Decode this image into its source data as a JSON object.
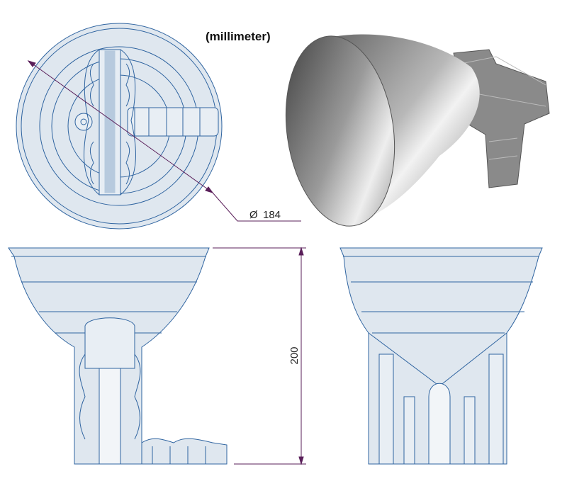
{
  "units_label": "(millimeter)",
  "dimensions": {
    "diameter_symbol": "Ø",
    "diameter_value": "184",
    "height_value": "200"
  },
  "colors": {
    "part_fill": "#dfe7ef",
    "edge_line": "#2f64a0",
    "dimension_line": "#5a1f5a",
    "render_gray": "#8a8a8a"
  }
}
